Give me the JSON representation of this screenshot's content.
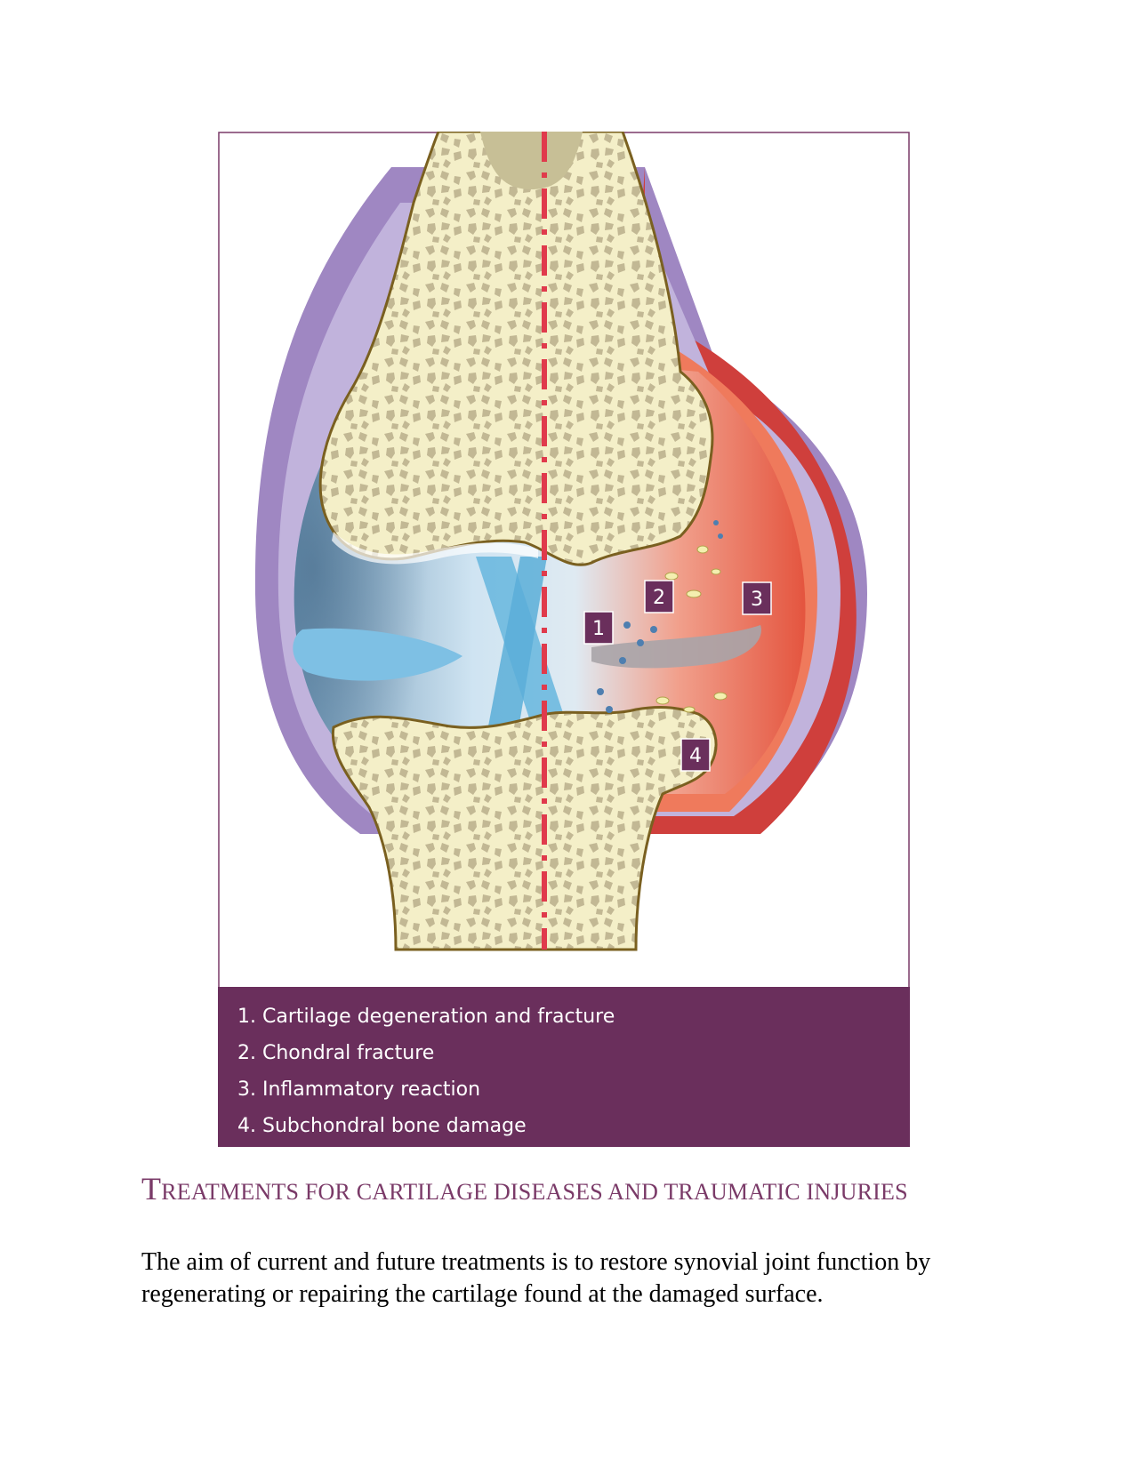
{
  "figure": {
    "markers": [
      "1",
      "2",
      "3",
      "4"
    ],
    "legend": [
      "1. Cartilage degeneration and fracture",
      "2. Chondral fracture",
      "3. Inflammatory reaction",
      "4. Subchondral bone damage"
    ],
    "colors": {
      "frame": "#7a3a68",
      "caption_bg": "#6a2f5c",
      "bone": "#f4efc8",
      "bone_outline": "#7a6020",
      "spongy_bone": "#c2b894",
      "synovial_fluid": "#a9cde6",
      "inflammation": "#e0523f",
      "midline": "#e03a4c"
    }
  },
  "section": {
    "heading_first": "T",
    "heading_rest": "reatments for cartilage diseases and traumatic injuries",
    "body": "The aim of current and future treatments is to restore synovial joint function by regenerating or repairing the cartilage found at the damaged surface."
  }
}
